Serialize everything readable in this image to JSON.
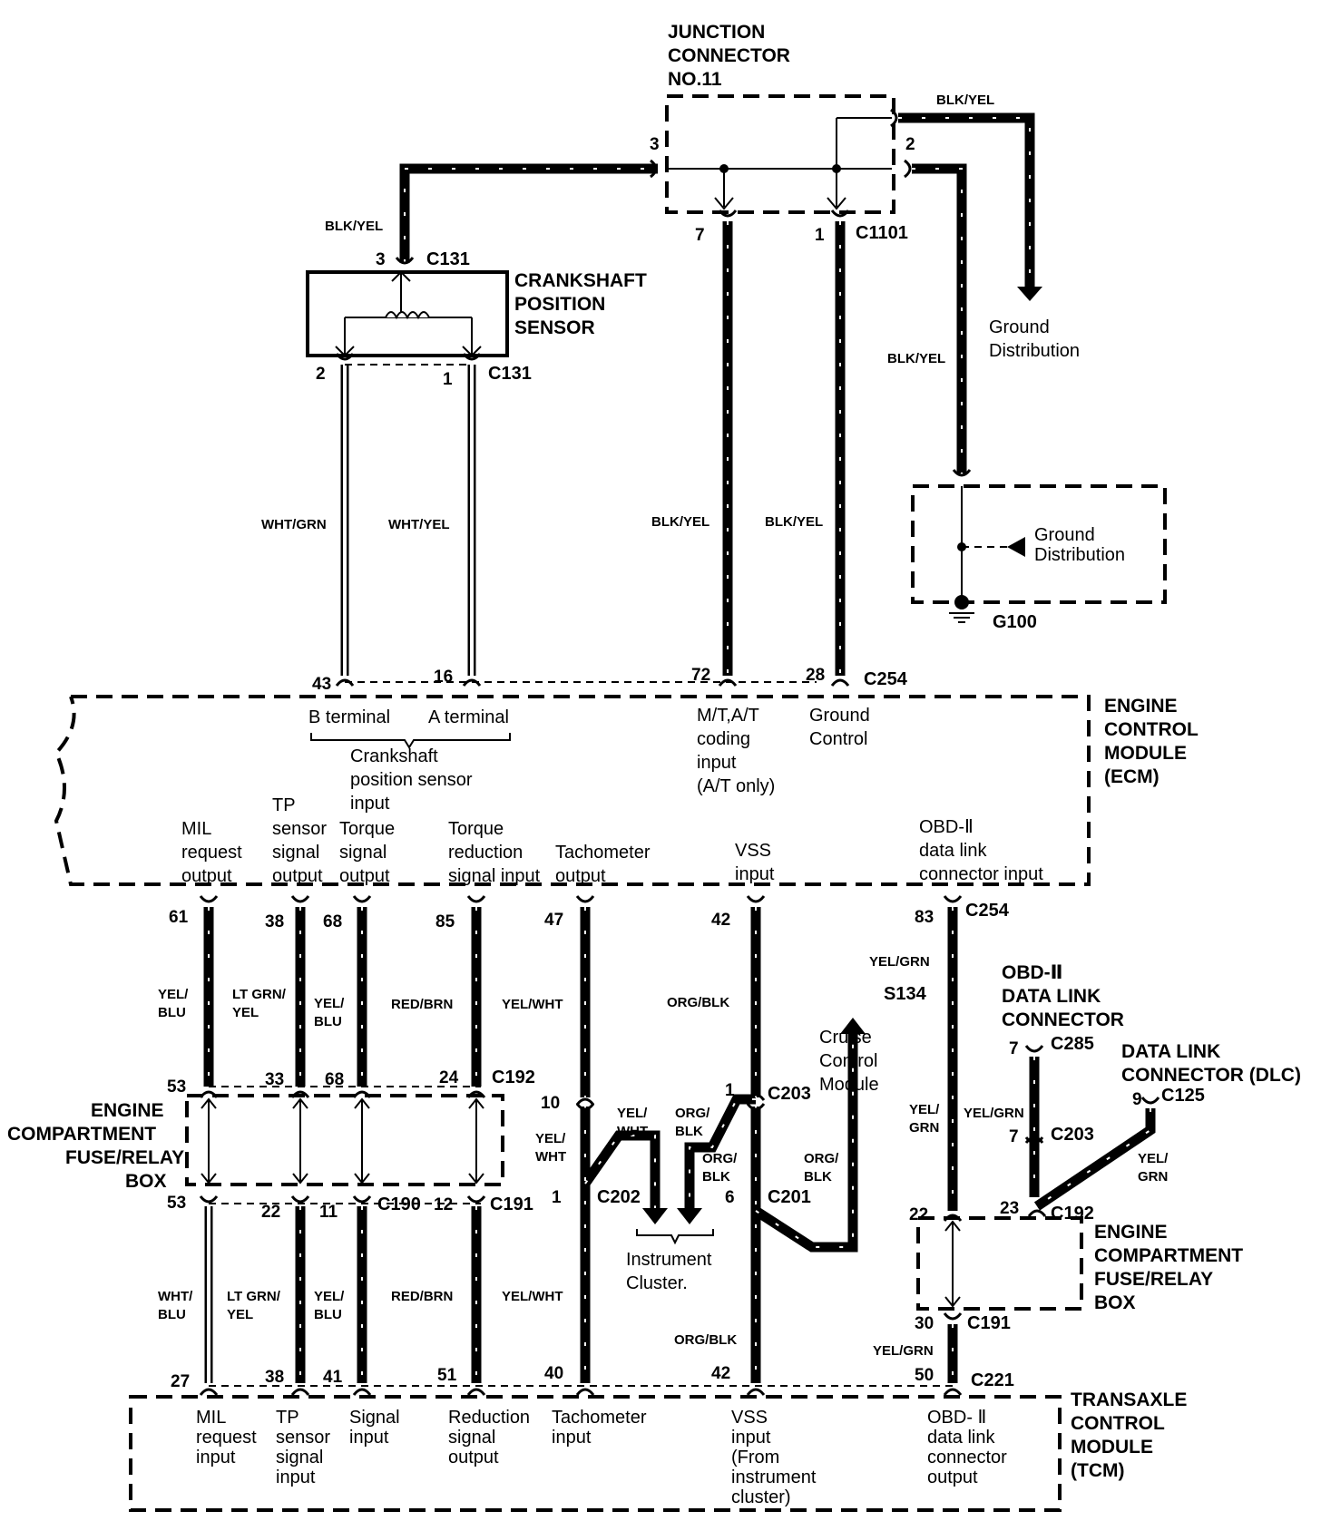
{
  "junction": {
    "l1": "JUNCTION",
    "l2": "CONNECTOR",
    "l3": "NO.11"
  },
  "crank_sensor": {
    "l1": "CRANKSHAFT",
    "l2": "POSITION",
    "l3": "SENSOR"
  },
  "ground_top": {
    "l1": "Ground",
    "l2": "Distribution"
  },
  "ground_box": {
    "l1": "Ground",
    "l2": "Distribution",
    "id": "G100"
  },
  "ecm": {
    "l1": "ENGINE",
    "l2": "CONTROL",
    "l3": "MODULE",
    "l4": "(ECM)"
  },
  "tcm": {
    "l1": "TRANSAXLE",
    "l2": "CONTROL",
    "l3": "MODULE",
    "l4": "(TCM)"
  },
  "fuse_left": {
    "l1": "ENGINE",
    "l2": "COMPARTMENT",
    "l3": "FUSE/RELAY",
    "l4": "BOX"
  },
  "fuse_right": {
    "l1": "ENGINE",
    "l2": "COMPARTMENT",
    "l3": "FUSE/RELAY",
    "l4": "BOX"
  },
  "obd_conn": {
    "l1": "OBD-Ⅱ",
    "l2": "DATA LINK",
    "l3": "CONNECTOR"
  },
  "dlc": {
    "l1": "DATA LINK",
    "l2": "CONNECTOR (DLC)"
  },
  "cruise": {
    "l1": "Cruise",
    "l2": "Control",
    "l3": "Module"
  },
  "cluster": {
    "l1": "Instrument",
    "l2": "Cluster."
  },
  "connectors": {
    "c131a": "C131",
    "c131b": "C131",
    "c1101": "C1101",
    "c254a": "C254",
    "c254b": "C254",
    "c192a": "C192",
    "c190": "C190",
    "c191a": "C191",
    "c202": "C202",
    "c203a": "C203",
    "c201": "C201",
    "c285": "C285",
    "c203b": "C203",
    "c125": "C125",
    "c192b": "C192",
    "c191b": "C191",
    "c221": "C221",
    "s134": "S134"
  },
  "ecm_inputs": {
    "b_term": "B terminal",
    "a_term": "A terminal",
    "crank1": "Crankshaft",
    "crank2": "position sensor",
    "crank3": "input",
    "mt1": "M/T,A/T",
    "mt2": "coding",
    "mt3": "input",
    "mt4": "(A/T only)",
    "gc1": "Ground",
    "gc2": "Control"
  },
  "ecm_outputs": {
    "mil1": "MIL",
    "mil2": "request",
    "mil3": "output",
    "tp1": "TP",
    "tp2": "sensor",
    "tp3": "signal",
    "tp4": "output",
    "tq1": "Torque",
    "tq2": "signal",
    "tq3": "output",
    "tr1": "Torque",
    "tr2": "reduction",
    "tr3": "signal input",
    "ta1": "Tachometer",
    "ta2": "output",
    "vss1": "VSS",
    "vss2": "input",
    "obd1": "OBD-Ⅱ",
    "obd2": "data link",
    "obd3": "connector input"
  },
  "tcm_labels": {
    "mil1": "MIL",
    "mil2": "request",
    "mil3": "input",
    "tp1": "TP",
    "tp2": "sensor",
    "tp3": "signal",
    "tp4": "input",
    "sig1": "Signal",
    "sig2": "input",
    "red1": "Reduction",
    "red2": "signal",
    "red3": "output",
    "ta1": "Tachometer",
    "ta2": "input",
    "vss1": "VSS",
    "vss2": "input",
    "vss3": "(From",
    "vss4": "instrument",
    "vss5": "cluster)",
    "obd1": "OBD- Ⅱ",
    "obd2": "data link",
    "obd3": "connector",
    "obd4": "output"
  },
  "wires": {
    "blkyel": "BLK/YEL",
    "whtgrn": "WHT/GRN",
    "whtyel": "WHT/YEL",
    "yel": "YEL/",
    "blu": "BLU",
    "ltgrn": "LT GRN/",
    "yel2": "YEL",
    "redbrn": "RED/BRN",
    "yelwht": "YEL/WHT",
    "orgblk": "ORG/BLK",
    "yelgrn": "YEL/GRN",
    "wht": "WHT/",
    "grn": "GRN",
    "org": "ORG/",
    "blk": "BLK",
    "whtline": "WHT"
  },
  "pins": {
    "p3a": "3",
    "p3b": "3",
    "p2a": "2",
    "p7": "7",
    "p1a": "1",
    "p2b": "2",
    "p1b": "1",
    "p43": "43",
    "p16": "16",
    "p72": "72",
    "p28": "28",
    "p61": "61",
    "p38a": "38",
    "p68a": "68",
    "p85": "85",
    "p47": "47",
    "p42a": "42",
    "p83": "83",
    "p53a": "53",
    "p33": "33",
    "p68b": "68",
    "p24": "24",
    "p10": "10",
    "p1c": "1",
    "p53b": "53",
    "p22a": "22",
    "p11": "11",
    "p12": "12",
    "p1d": "1",
    "p6": "6",
    "p27": "27",
    "p38b": "38",
    "p41": "41",
    "p51": "51",
    "p40": "40",
    "p42b": "42",
    "p50": "50",
    "p7b": "7",
    "p7c": "7",
    "p9": "9",
    "p22b": "22",
    "p23": "23",
    "p30": "30"
  }
}
